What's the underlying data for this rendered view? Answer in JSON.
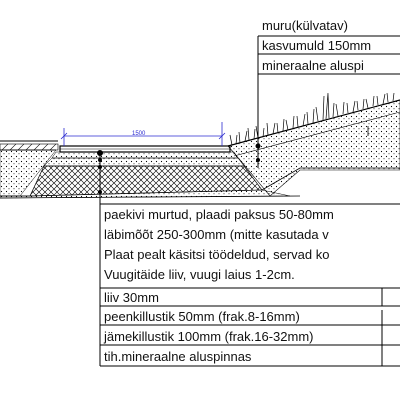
{
  "diagram": {
    "dimension_label": "1500",
    "top_callout": {
      "heading": "muru(külvatav)",
      "rows": [
        "kasvumuld 150mm",
        "mineraalne aluspi"
      ]
    },
    "bottom_callout": {
      "description_lines": [
        "paekivi murtud, plaadi paksus 50-80mm",
        "läbimõõt 250-300mm (mitte kasutada v",
        "Plaat pealt käsitsi töödeldud, servad ko",
        "Vuugitäide liiv, vuugi laius 1-2cm."
      ],
      "rows": [
        "liiv 30mm",
        "peenkillustik 50mm (frak.8-16mm)",
        "jämekillustik 100mm (frak.16-32mm)",
        "tih.mineraalne aluspinnas"
      ]
    }
  }
}
